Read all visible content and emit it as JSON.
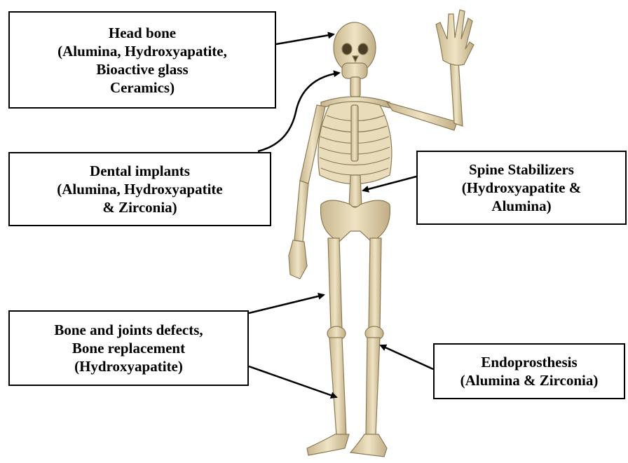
{
  "labels": {
    "head": [
      "Head bone",
      "(Alumina, Hydroxyapatite,",
      "Bioactive glass",
      "Ceramics)"
    ],
    "dental": [
      "Dental implants",
      "(Alumina, Hydroxyapatite",
      "& Zirconia)"
    ],
    "spine": [
      "Spine Stabilizers",
      "(Hydroxyapatite &",
      "Alumina)"
    ],
    "bone": [
      "Bone and joints defects,",
      "Bone replacement",
      "(Hydroxyapatite)"
    ],
    "endo": [
      "Endoprosthesis",
      "(Alumina & Zirconia)"
    ]
  },
  "colors": {
    "bone": "#e2d6b4",
    "bone_shadow": "#b9a67e",
    "outline": "#8c7a55",
    "text": "#000000",
    "arrow": "#000000"
  }
}
